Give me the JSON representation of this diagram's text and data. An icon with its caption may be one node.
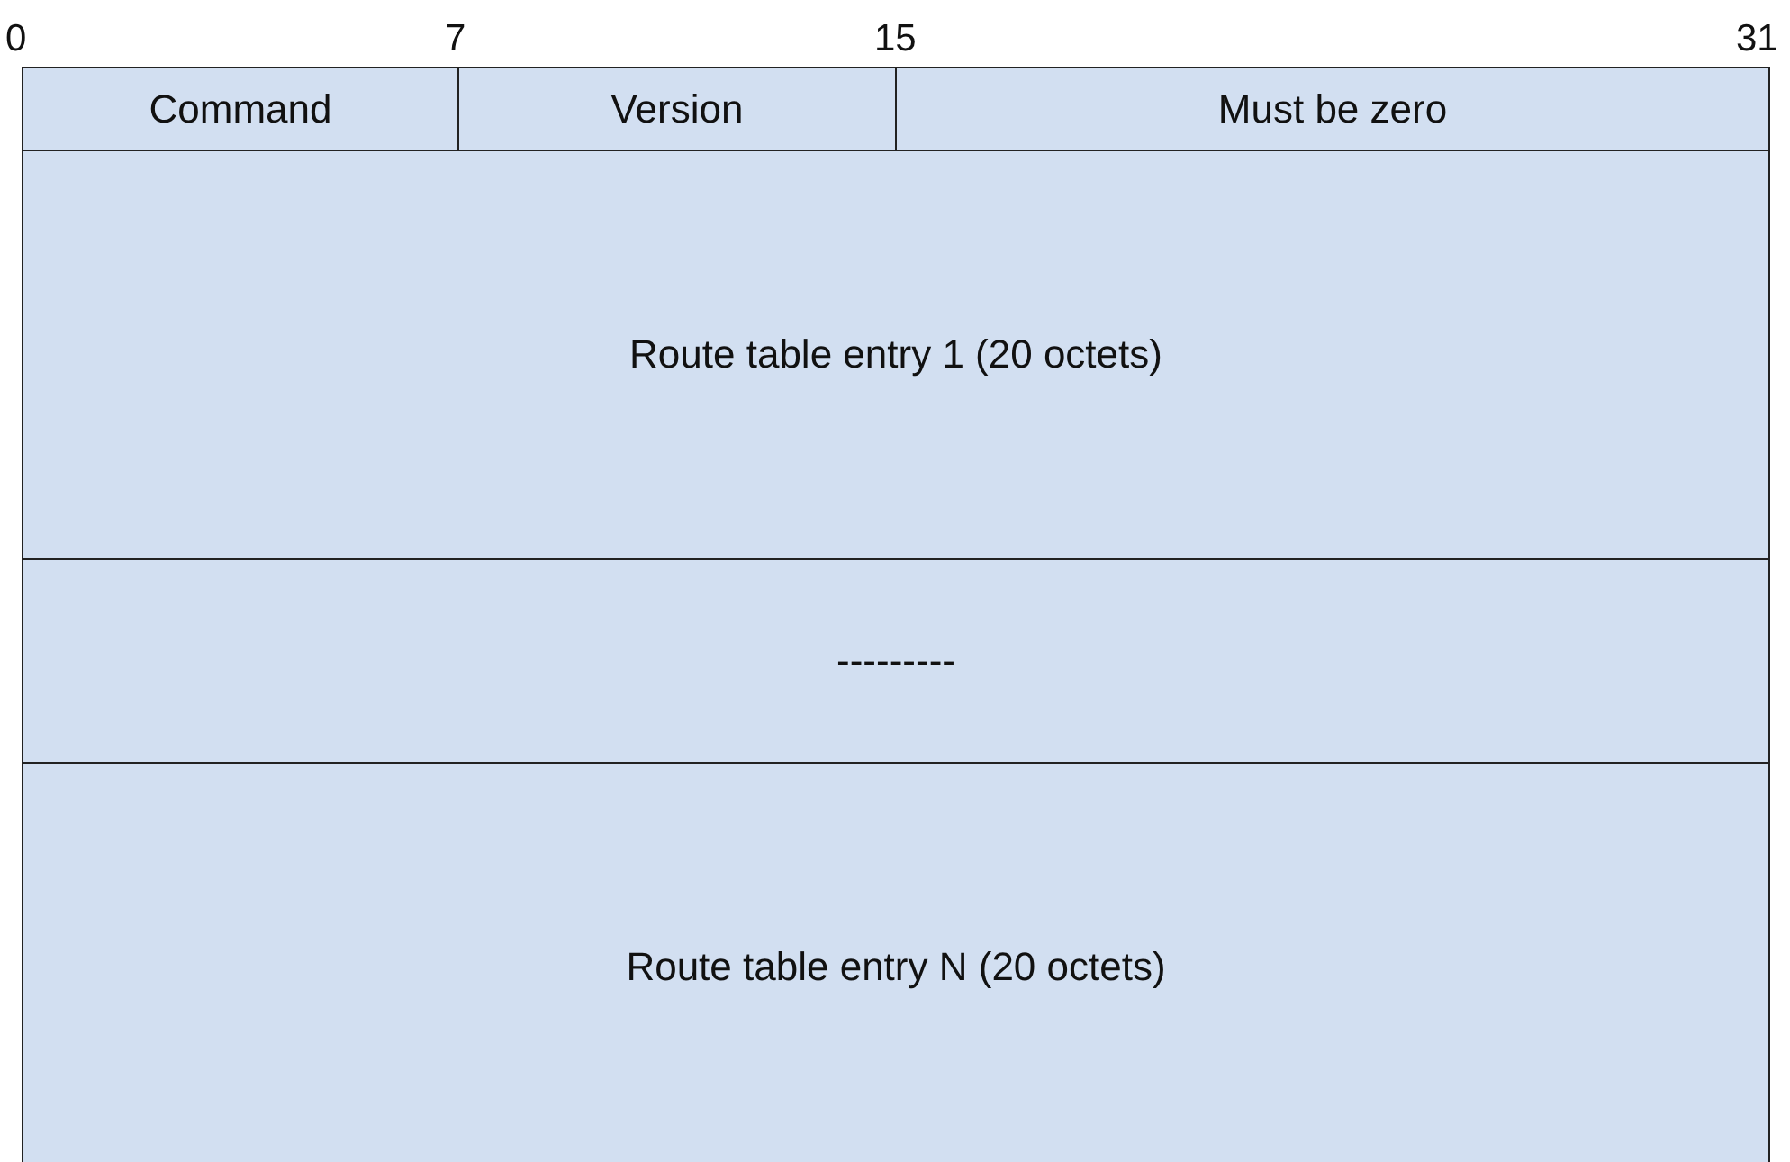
{
  "diagram": {
    "nodes": [
      {
        "text": [
          "Command"
        ]
      },
      {
        "text": [
          "Version"
        ]
      },
      {
        "text": [
          "Must be zero"
        ]
      },
      {
        "text": [
          "Route table entry 1 (20 octets)"
        ]
      },
      {
        "text": [
          "---------"
        ]
      },
      {
        "text": [
          "Route table entry N (20 octets)"
        ]
      }
    ],
    "edges": [],
    "labels": [
      "0",
      "7",
      "15",
      "31"
    ]
  }
}
